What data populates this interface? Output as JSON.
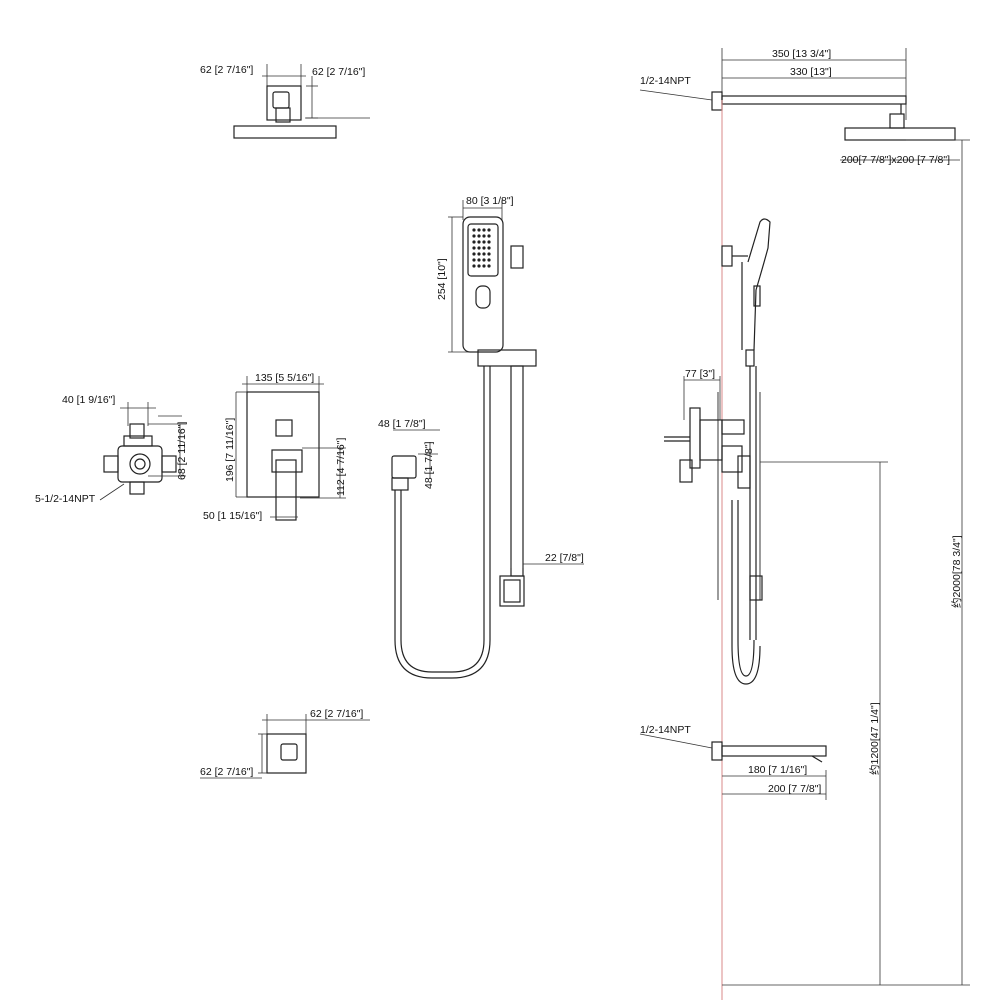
{
  "labels": {
    "rs_top_w": "62 [2 7/16\"]",
    "rs_top_d": "62 [2 7/16\"]",
    "arm_len": "350 [13 3/4\"]",
    "arm_reach": "330 [13\"]",
    "npt_top": "1/2-14NPT",
    "head_size": "200[7 7/8\"]x200 [7 7/8\"]",
    "hand_w": "80 [3 1/8\"]",
    "hand_h": "254 [10\"]",
    "plate_w": "135 [5 5/16\"]",
    "plate_h": "196 [7 11/16\"]",
    "handle_h": "112 [4 7/16\"]",
    "handle_d": "50 [1 15/16\"]",
    "valve_w": "40 [1 9/16\"]",
    "valve_h": "68 [2 11/16\"]",
    "valve_npt": "5-1/2-14NPT",
    "elbow_w": "48 [1 7/8\"]",
    "elbow_h": "48 [1 7/8\"]",
    "bar_w": "22 [7/8\"]",
    "side_depth": "77 [3\"]",
    "npt_bottom": "1/2-14NPT",
    "tub_w": "62 [2 7/16\"]",
    "tub_h": "62 [2 7/16\"]",
    "spout_reach": "180 [7 1/16\"]",
    "spout_len": "200 [7 7/8\"]",
    "height_spout": "约1200[47 1/4\"]",
    "height_total": "约2000[78 3/4\"]"
  },
  "colors": {
    "line": "#222222",
    "reference_line": "#d98a8a"
  }
}
